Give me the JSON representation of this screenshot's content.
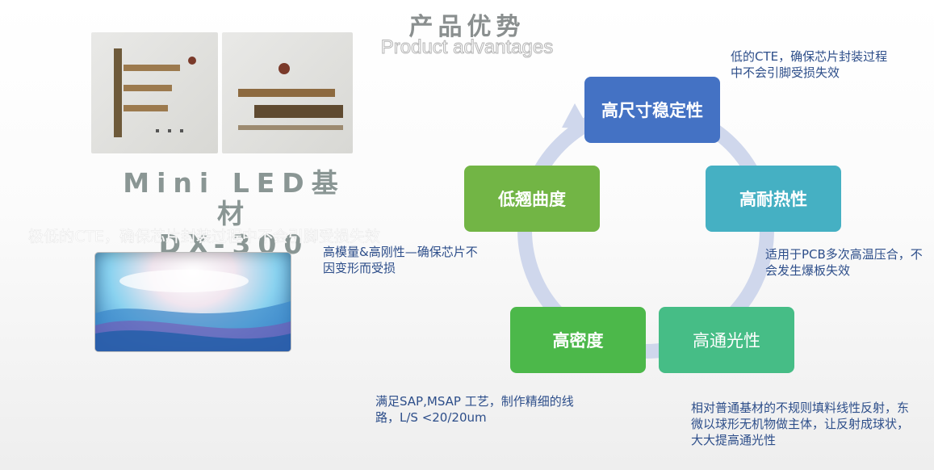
{
  "header": {
    "title": "产品优势",
    "subtitle": "Product advantages"
  },
  "product": {
    "name_line1": "Mini LED基材",
    "name_line2": "DX-300"
  },
  "ghost_text": "极低的CTE，确保芯片封装过程中不会引脚受损失效",
  "cycle": {
    "nodes": [
      {
        "label": "高尺寸稳定性",
        "color": "#4472c4",
        "desc": "低的CTE，确保芯片封装过程中不会引脚受损失效"
      },
      {
        "label": "高耐热性",
        "color": "#45b0c3",
        "desc": "适用于PCB多次高温压合，不会发生爆板失效"
      },
      {
        "label": "高通光性",
        "color": "#46bd86",
        "desc": "相对普通基材的不规则填料线性反射，东微以球形无机物做主体，让反射成球状，大大提高通光性"
      },
      {
        "label": "高密度",
        "color": "#4cb84a",
        "desc": "满足SAP,MSAP 工艺，制作精细的线路，L/S <20/20um"
      },
      {
        "label": "低翘曲度",
        "color": "#72b545",
        "desc": "高模量&高刚性—确保芯片不因变形而受损"
      }
    ],
    "ring_color": "#cfd7ec"
  }
}
